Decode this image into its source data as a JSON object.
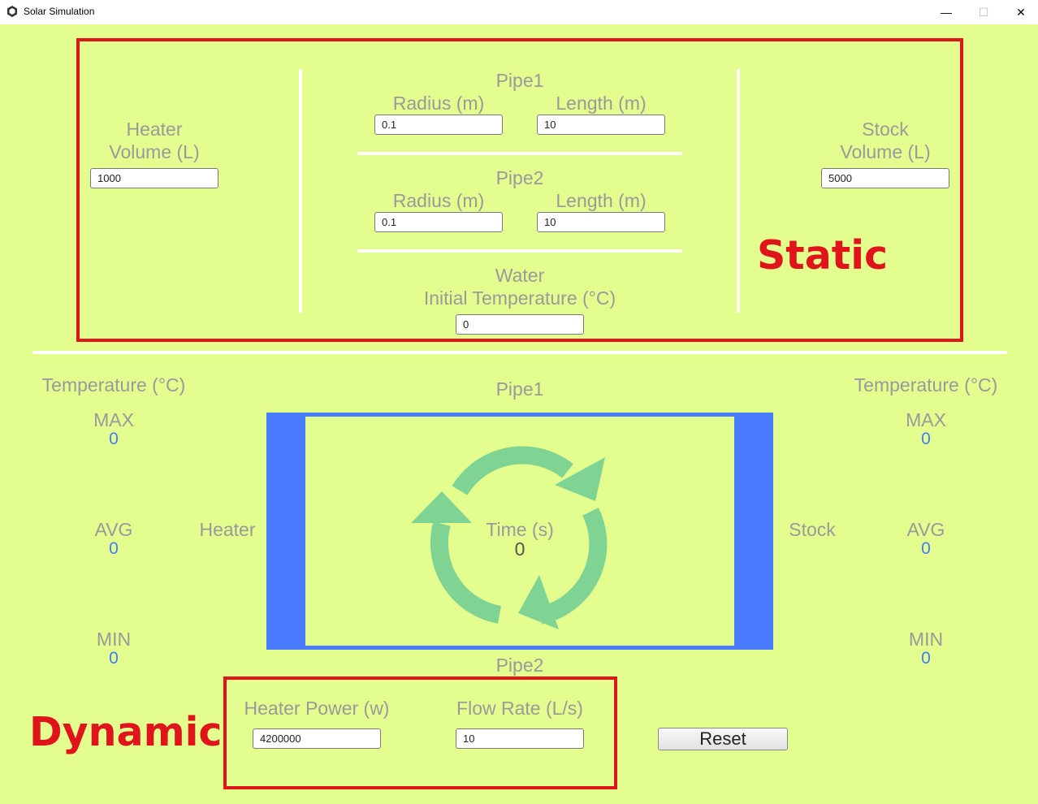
{
  "window": {
    "title": "Solar Simulation",
    "minimize": "—",
    "maximize": "☐",
    "close": "✕"
  },
  "static": {
    "heater": {
      "line1": "Heater",
      "line2": "Volume (L)",
      "value": "1000"
    },
    "pipe1": {
      "title": "Pipe1",
      "radius_label": "Radius (m)",
      "length_label": "Length (m)",
      "radius": "0.1",
      "length": "10"
    },
    "pipe2": {
      "title": "Pipe2",
      "radius_label": "Radius (m)",
      "length_label": "Length (m)",
      "radius": "0.1",
      "length": "10"
    },
    "water": {
      "line1": "Water",
      "line2": "Initial Temperature (°C)",
      "value": "0"
    },
    "stock": {
      "line1": "Stock",
      "line2": "Volume (L)",
      "value": "5000"
    }
  },
  "annotations": {
    "static": "Static",
    "dynamic": "Dynamic",
    "color": "#e0141b"
  },
  "dynamic": {
    "left": {
      "title": "Temperature (°C)",
      "max_label": "MAX",
      "max": "0",
      "avg_label": "AVG",
      "avg": "0",
      "min_label": "MIN",
      "min": "0"
    },
    "right": {
      "title": "Temperature (°C)",
      "max_label": "MAX",
      "max": "0",
      "avg_label": "AVG",
      "avg": "0",
      "min_label": "MIN",
      "min": "0"
    },
    "pipe1_label": "Pipe1",
    "pipe2_label": "Pipe2",
    "heater_label": "Heater",
    "stock_label": "Stock",
    "time_label": "Time (s)",
    "time_value": "0",
    "heater_power_label": "Heater Power (w)",
    "heater_power": "4200000",
    "flow_rate_label": "Flow Rate (L/s)",
    "flow_rate": "10",
    "reset_label": "Reset"
  },
  "colors": {
    "background": "#e3fd8f",
    "pipe_blue": "#4a7cff",
    "cycle_green": "#7fd494",
    "value_blue": "#3f7cff"
  }
}
